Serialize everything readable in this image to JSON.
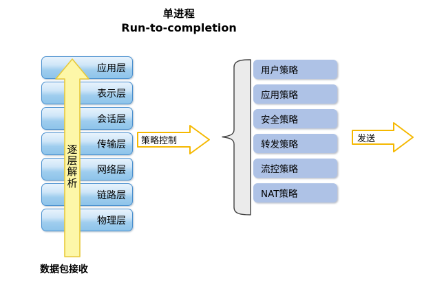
{
  "title": {
    "line1": "单进程",
    "line2": "Run-to-completion"
  },
  "osi_stack": {
    "name": "osi-protocol-stack",
    "layers": [
      {
        "label": "应用层"
      },
      {
        "label": "表示层"
      },
      {
        "label": "会话层"
      },
      {
        "label": "传输层"
      },
      {
        "label": "网络层"
      },
      {
        "label": "链路层"
      },
      {
        "label": "物理层"
      }
    ]
  },
  "up_arrow": {
    "text_chars": [
      "逐",
      "层",
      "解",
      "析"
    ],
    "full_text": "逐层解析",
    "fill_color": "#fdf7a8",
    "border_color": "#e8c93a"
  },
  "bottom_caption": "数据包接收",
  "mid_arrow": {
    "label": "策略控制",
    "fill_color": "#ffffff",
    "border_color": "#f5b800"
  },
  "brace": {
    "name": "curly-brace",
    "fill_color": "#ebebeb",
    "border_color": "#3f3f3f"
  },
  "policy_stack": {
    "name": "policy-list",
    "items": [
      {
        "label": "用户策略"
      },
      {
        "label": "应用策略"
      },
      {
        "label": "安全策略"
      },
      {
        "label": "转发策略"
      },
      {
        "label": "流控策略"
      },
      {
        "label": "NAT策略"
      }
    ],
    "fill_color": "#aec2e6"
  },
  "send_arrow": {
    "label": "发送",
    "fill_color": "#ffffff",
    "border_color": "#f5b800"
  },
  "colors": {
    "background": "#ffffff",
    "layer_border": "#4a90cf",
    "layer_fill_top": "#e8f3fc",
    "layer_fill_bottom": "#8ec4ea",
    "text": "#000000"
  }
}
